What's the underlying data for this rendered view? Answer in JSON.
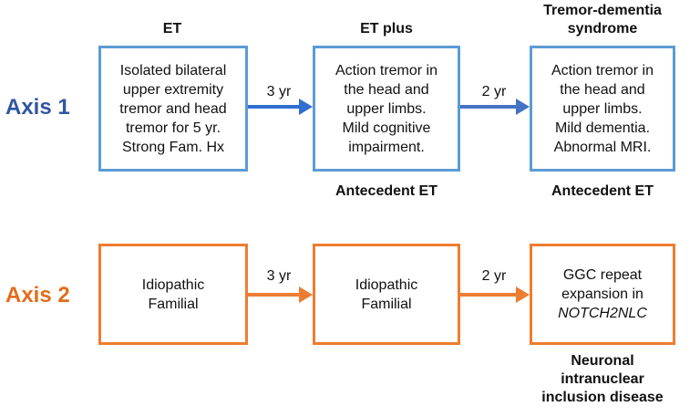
{
  "axis1": {
    "label": "Axis 1",
    "headings": [
      "ET",
      "ET plus",
      "Tremor-dementia\nsyndrome"
    ],
    "boxes": [
      "Isolated bilateral\nupper extremity\ntremor and head\ntremor for 5 yr.\nStrong Fam. Hx",
      "Action tremor in\nthe head and\nupper limbs.\nMild cognitive\nimpairment.",
      "Action tremor in\nthe head and\nupper limbs.\nMild dementia.\nAbnormal MRI."
    ],
    "arrows": [
      "3 yr",
      "2 yr"
    ],
    "footers": [
      "Antecedent ET",
      "Antecedent ET"
    ]
  },
  "axis2": {
    "label": "Axis 2",
    "boxes": [
      "Idiopathic\nFamilial",
      "Idiopathic\nFamilial"
    ],
    "box3_line1": "GGC repeat\nexpansion in",
    "box3_gene": "NOTCH2NLC",
    "arrows": [
      "3 yr",
      "2 yr"
    ],
    "footer": "Neuronal\nintranuclear\ninclusion disease"
  },
  "colors": {
    "axis1_text": "#2f55a4",
    "axis2_text": "#e36c1a",
    "blue_border": "#5b9bd5",
    "orange_border": "#ed7d31"
  }
}
